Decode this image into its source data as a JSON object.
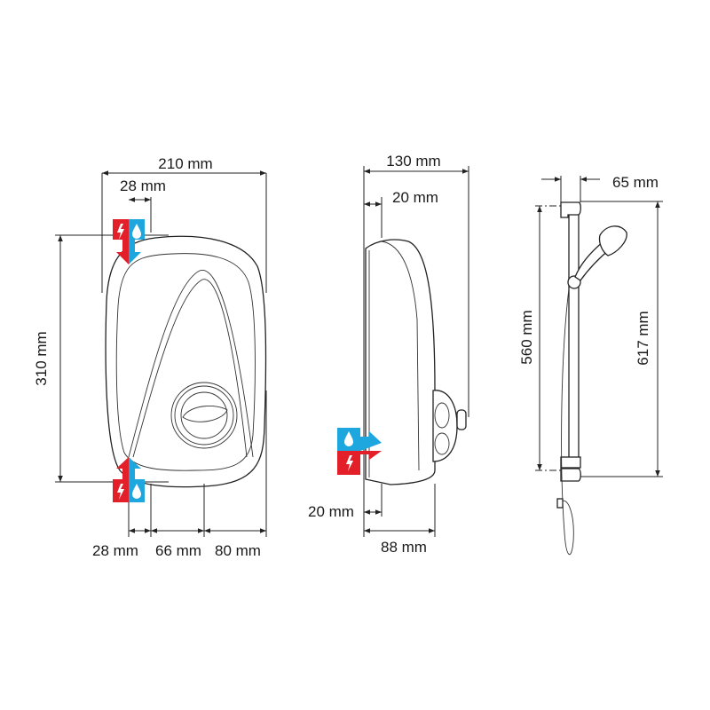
{
  "colors": {
    "electric": "#e3202a",
    "water": "#1ea6de",
    "line": "#222222"
  },
  "icons": [
    "lightning-bolt-icon",
    "water-drop-icon"
  ],
  "front_view": {
    "width": "210 mm",
    "top_offset": "28 mm",
    "height": "310 mm",
    "bottom_offset_1": "28 mm",
    "bottom_offset_2": "66 mm",
    "bottom_offset_3": "80 mm"
  },
  "side_view": {
    "depth": "130 mm",
    "top_offset": "20 mm",
    "bottom_offset": "20 mm",
    "body_depth": "88 mm"
  },
  "riser_rail": {
    "projection": "65 mm",
    "bracket_centres": "560 mm",
    "overall_height": "617 mm"
  }
}
